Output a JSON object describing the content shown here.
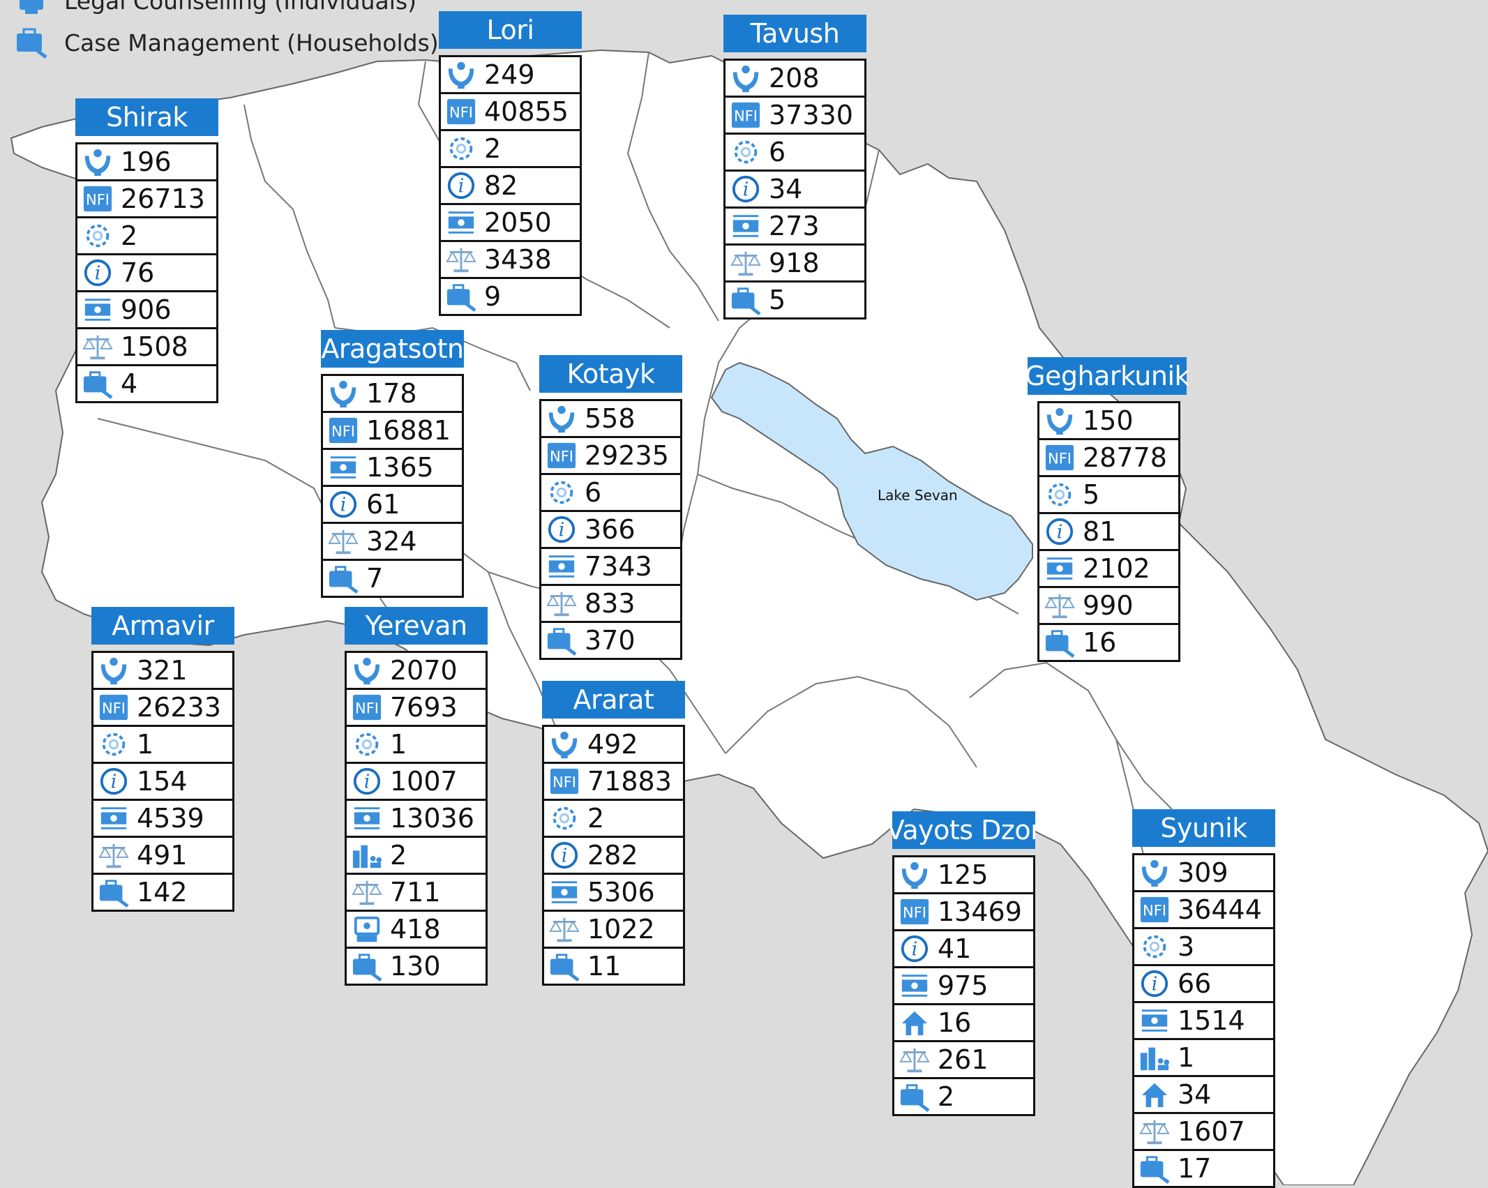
{
  "legend": {
    "items": [
      {
        "icon": "legal-counselling-icon",
        "label": "Legal Counselling (Individuals)"
      },
      {
        "icon": "case-management-icon",
        "label": "Case Management (Households)"
      }
    ]
  },
  "lake_label": "Lake Sevan",
  "colors": {
    "accent": "#1b7ccf",
    "icon": "#3a8fdc",
    "land": "#ffffff",
    "lake": "#c8e6fb",
    "background": "#dcdcdc",
    "border": "#666666"
  },
  "regions": [
    {
      "name": "Shirak",
      "rows": [
        {
          "icon": "cash-assistance-icon",
          "value": "196"
        },
        {
          "icon": "nfi-icon",
          "value": "26713"
        },
        {
          "icon": "referral-icon",
          "value": "2"
        },
        {
          "icon": "info-icon",
          "value": "76"
        },
        {
          "icon": "cash-transfer-icon",
          "value": "906"
        },
        {
          "icon": "legal-scales-icon",
          "value": "1508"
        },
        {
          "icon": "case-management-icon",
          "value": "4"
        }
      ]
    },
    {
      "name": "Lori",
      "rows": [
        {
          "icon": "cash-assistance-icon",
          "value": "249"
        },
        {
          "icon": "nfi-icon",
          "value": "40855"
        },
        {
          "icon": "referral-icon",
          "value": "2"
        },
        {
          "icon": "info-icon",
          "value": "82"
        },
        {
          "icon": "cash-transfer-icon",
          "value": "2050"
        },
        {
          "icon": "legal-scales-icon",
          "value": "3438"
        },
        {
          "icon": "case-management-icon",
          "value": "9"
        }
      ]
    },
    {
      "name": "Tavush",
      "rows": [
        {
          "icon": "cash-assistance-icon",
          "value": "208"
        },
        {
          "icon": "nfi-icon",
          "value": "37330"
        },
        {
          "icon": "referral-icon",
          "value": "6"
        },
        {
          "icon": "info-icon",
          "value": "34"
        },
        {
          "icon": "cash-transfer-icon",
          "value": "273"
        },
        {
          "icon": "legal-scales-icon",
          "value": "918"
        },
        {
          "icon": "case-management-icon",
          "value": "5"
        }
      ]
    },
    {
      "name": "Aragatsotn",
      "rows": [
        {
          "icon": "cash-assistance-icon",
          "value": "178"
        },
        {
          "icon": "nfi-icon",
          "value": "16881"
        },
        {
          "icon": "cash-transfer-icon",
          "value": "1365"
        },
        {
          "icon": "info-icon",
          "value": "61"
        },
        {
          "icon": "legal-scales-icon",
          "value": "324"
        },
        {
          "icon": "case-management-icon",
          "value": "7"
        }
      ]
    },
    {
      "name": "Kotayk",
      "rows": [
        {
          "icon": "cash-assistance-icon",
          "value": "558"
        },
        {
          "icon": "nfi-icon",
          "value": "29235"
        },
        {
          "icon": "referral-icon",
          "value": "6"
        },
        {
          "icon": "info-icon",
          "value": "366"
        },
        {
          "icon": "cash-transfer-icon",
          "value": "7343"
        },
        {
          "icon": "legal-scales-icon",
          "value": "833"
        },
        {
          "icon": "case-management-icon",
          "value": "370"
        }
      ]
    },
    {
      "name": "Gegharkunik",
      "rows": [
        {
          "icon": "cash-assistance-icon",
          "value": "150"
        },
        {
          "icon": "nfi-icon",
          "value": "28778"
        },
        {
          "icon": "referral-icon",
          "value": "5"
        },
        {
          "icon": "info-icon",
          "value": "81"
        },
        {
          "icon": "cash-transfer-icon",
          "value": "2102"
        },
        {
          "icon": "legal-scales-icon",
          "value": "990"
        },
        {
          "icon": "case-management-icon",
          "value": "16"
        }
      ]
    },
    {
      "name": "Armavir",
      "rows": [
        {
          "icon": "cash-assistance-icon",
          "value": "321"
        },
        {
          "icon": "nfi-icon",
          "value": "26233"
        },
        {
          "icon": "referral-icon",
          "value": "1"
        },
        {
          "icon": "info-icon",
          "value": "154"
        },
        {
          "icon": "cash-transfer-icon",
          "value": "4539"
        },
        {
          "icon": "legal-scales-icon",
          "value": "491"
        },
        {
          "icon": "case-management-icon",
          "value": "142"
        }
      ]
    },
    {
      "name": "Yerevan",
      "rows": [
        {
          "icon": "cash-assistance-icon",
          "value": "2070"
        },
        {
          "icon": "nfi-icon",
          "value": "7693"
        },
        {
          "icon": "referral-icon",
          "value": "1"
        },
        {
          "icon": "info-icon",
          "value": "1007"
        },
        {
          "icon": "cash-transfer-icon",
          "value": "13036"
        },
        {
          "icon": "community-icon",
          "value": "2"
        },
        {
          "icon": "legal-scales-icon",
          "value": "711"
        },
        {
          "icon": "legal-counselling-icon",
          "value": "418"
        },
        {
          "icon": "case-management-icon",
          "value": "130"
        }
      ]
    },
    {
      "name": "Ararat",
      "rows": [
        {
          "icon": "cash-assistance-icon",
          "value": "492"
        },
        {
          "icon": "nfi-icon",
          "value": "71883"
        },
        {
          "icon": "referral-icon",
          "value": "2"
        },
        {
          "icon": "info-icon",
          "value": "282"
        },
        {
          "icon": "cash-transfer-icon",
          "value": "5306"
        },
        {
          "icon": "legal-scales-icon",
          "value": "1022"
        },
        {
          "icon": "case-management-icon",
          "value": "11"
        }
      ]
    },
    {
      "name": "Vayots Dzor",
      "rows": [
        {
          "icon": "cash-assistance-icon",
          "value": "125"
        },
        {
          "icon": "nfi-icon",
          "value": "13469"
        },
        {
          "icon": "info-icon",
          "value": "41"
        },
        {
          "icon": "cash-transfer-icon",
          "value": "975"
        },
        {
          "icon": "shelter-icon",
          "value": "16"
        },
        {
          "icon": "legal-scales-icon",
          "value": "261"
        },
        {
          "icon": "case-management-icon",
          "value": "2"
        }
      ]
    },
    {
      "name": "Syunik",
      "rows": [
        {
          "icon": "cash-assistance-icon",
          "value": "309"
        },
        {
          "icon": "nfi-icon",
          "value": "36444"
        },
        {
          "icon": "referral-icon",
          "value": "3"
        },
        {
          "icon": "info-icon",
          "value": "66"
        },
        {
          "icon": "cash-transfer-icon",
          "value": "1514"
        },
        {
          "icon": "community-icon",
          "value": "1"
        },
        {
          "icon": "shelter-icon",
          "value": "34"
        },
        {
          "icon": "legal-scales-icon",
          "value": "1607"
        },
        {
          "icon": "case-management-icon",
          "value": "17"
        }
      ]
    }
  ]
}
